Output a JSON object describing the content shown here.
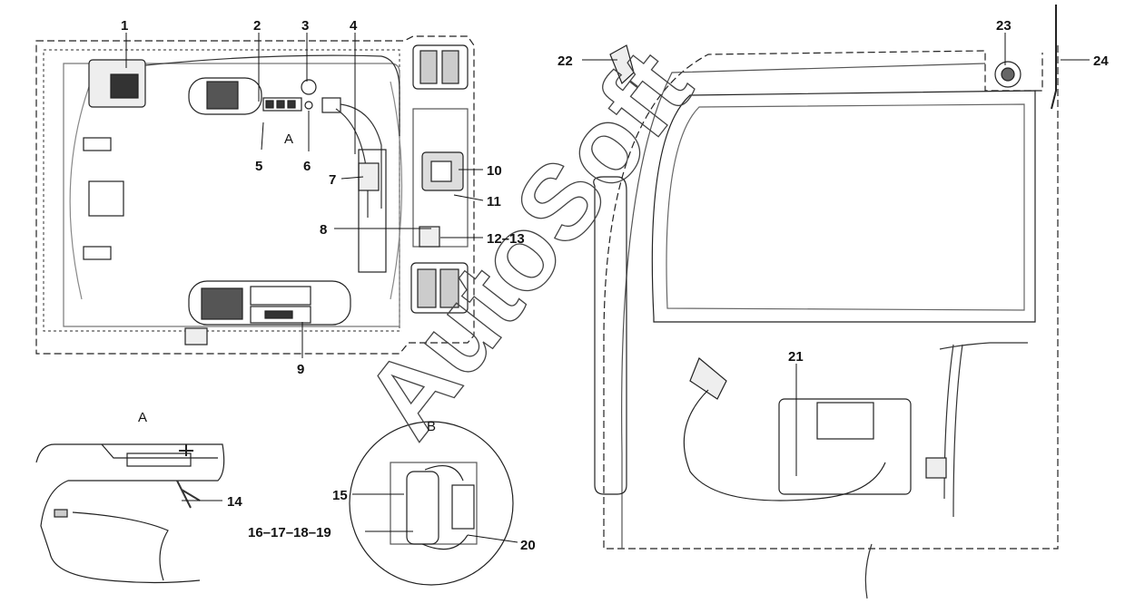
{
  "watermark": "AutoSoft",
  "views": {
    "a": "A",
    "b": "B",
    "a_marker": "A"
  },
  "callouts": {
    "c1": "1",
    "c2": "2",
    "c3": "3",
    "c4": "4",
    "c5": "5",
    "c6": "6",
    "c7": "7",
    "c8": "8",
    "c9": "9",
    "c10": "10",
    "c11": "11",
    "c12_13": "12–13",
    "c14": "14",
    "c15": "15",
    "c16_19": "16–17–18–19",
    "c20": "20",
    "c21": "21",
    "c22": "22",
    "c23": "23",
    "c24": "24"
  }
}
